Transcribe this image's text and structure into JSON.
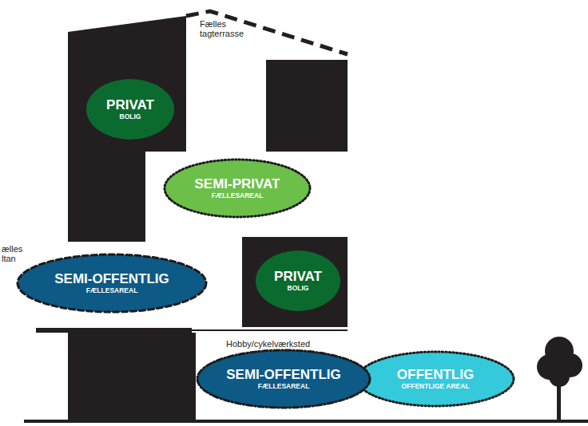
{
  "diagram": {
    "nodes": [
      {
        "text": [
          "PRIVAT",
          "BOLIG"
        ]
      },
      {
        "text": [
          "SEMI-PRIVAT",
          "FÆLLESAREAL"
        ]
      },
      {
        "text": [
          "SEMI-OFFENTLIG",
          "FÆLLESAREAL"
        ]
      },
      {
        "text": [
          "PRIVAT",
          "BOLIG"
        ]
      },
      {
        "text": [
          "SEMI-OFFENTLIG",
          "FÆLLESAREAL"
        ]
      },
      {
        "text": [
          "OFFENTLIG",
          "OFFENTLIGE AREAL"
        ]
      }
    ],
    "labels": [
      "Fælles tagterrasse",
      "ælles ltan",
      "Hobby/cykelværksted"
    ]
  }
}
